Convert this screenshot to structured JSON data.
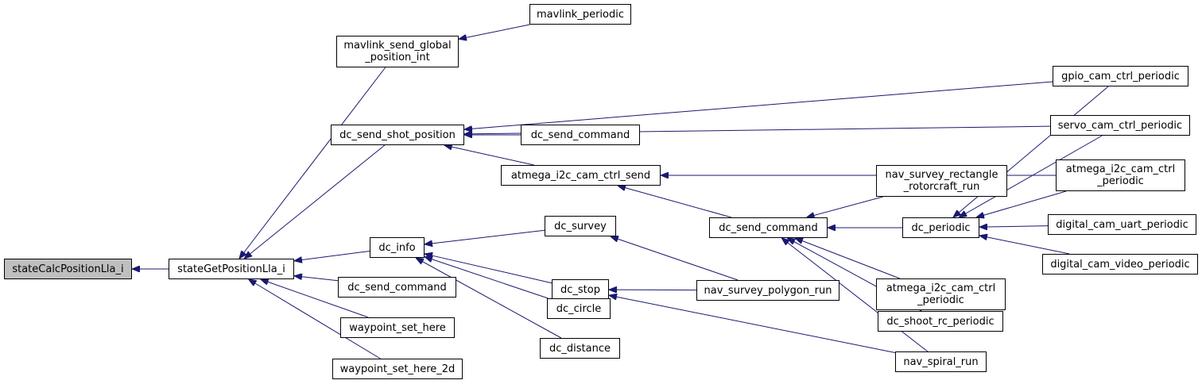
{
  "diagram": {
    "colors": {
      "edge": "#191970",
      "root_fill": "#bfbfbf",
      "node_fill": "#ffffff",
      "node_border": "#000000"
    },
    "nodes": [
      {
        "id": "stateCalcPositionLla_i",
        "label": "stateCalcPositionLla_i",
        "root": true
      },
      {
        "id": "stateGetPositionLla_i",
        "label": "stateGetPositionLla_i"
      },
      {
        "id": "mavlink_send_global_position_int",
        "label": "mavlink_send_global\n_position_int"
      },
      {
        "id": "dc_send_shot_position",
        "label": "dc_send_shot_position"
      },
      {
        "id": "dc_info",
        "label": "dc_info"
      },
      {
        "id": "dc_send_command_a",
        "label": "dc_send_command"
      },
      {
        "id": "waypoint_set_here",
        "label": "waypoint_set_here"
      },
      {
        "id": "waypoint_set_here_2d",
        "label": "waypoint_set_here_2d"
      },
      {
        "id": "mavlink_periodic",
        "label": "mavlink_periodic"
      },
      {
        "id": "dc_send_command_b",
        "label": "dc_send_command"
      },
      {
        "id": "atmega_i2c_cam_ctrl_send",
        "label": "atmega_i2c_cam_ctrl_send"
      },
      {
        "id": "dc_survey",
        "label": "dc_survey"
      },
      {
        "id": "dc_stop",
        "label": "dc_stop"
      },
      {
        "id": "dc_circle",
        "label": "dc_circle"
      },
      {
        "id": "dc_distance",
        "label": "dc_distance"
      },
      {
        "id": "dc_send_command_c",
        "label": "dc_send_command"
      },
      {
        "id": "nav_survey_polygon_run",
        "label": "nav_survey_polygon_run"
      },
      {
        "id": "nav_survey_rectangle_rotorcraft_run",
        "label": "nav_survey_rectangle\n_rotorcraft_run"
      },
      {
        "id": "dc_periodic",
        "label": "dc_periodic"
      },
      {
        "id": "atmega_i2c_cam_ctrl_periodic_a",
        "label": "atmega_i2c_cam_ctrl\n_periodic"
      },
      {
        "id": "dc_shoot_rc_periodic",
        "label": "dc_shoot_rc_periodic"
      },
      {
        "id": "nav_spiral_run",
        "label": "nav_spiral_run"
      },
      {
        "id": "gpio_cam_ctrl_periodic",
        "label": "gpio_cam_ctrl_periodic"
      },
      {
        "id": "servo_cam_ctrl_periodic",
        "label": "servo_cam_ctrl_periodic"
      },
      {
        "id": "atmega_i2c_cam_ctrl_periodic_b",
        "label": "atmega_i2c_cam_ctrl\n_periodic"
      },
      {
        "id": "digital_cam_uart_periodic",
        "label": "digital_cam_uart_periodic"
      },
      {
        "id": "digital_cam_video_periodic",
        "label": "digital_cam_video_periodic"
      }
    ],
    "edges": [
      {
        "from": "stateGetPositionLla_i",
        "to": "stateCalcPositionLla_i"
      },
      {
        "from": "mavlink_send_global_position_int",
        "to": "stateGetPositionLla_i"
      },
      {
        "from": "dc_send_shot_position",
        "to": "stateGetPositionLla_i"
      },
      {
        "from": "dc_info",
        "to": "stateGetPositionLla_i"
      },
      {
        "from": "dc_send_command_a",
        "to": "stateGetPositionLla_i"
      },
      {
        "from": "waypoint_set_here",
        "to": "stateGetPositionLla_i"
      },
      {
        "from": "waypoint_set_here_2d",
        "to": "stateGetPositionLla_i"
      },
      {
        "from": "mavlink_periodic",
        "to": "mavlink_send_global_position_int"
      },
      {
        "from": "gpio_cam_ctrl_periodic",
        "to": "dc_send_shot_position"
      },
      {
        "from": "servo_cam_ctrl_periodic",
        "to": "dc_send_shot_position"
      },
      {
        "from": "dc_send_command_b",
        "to": "dc_send_shot_position"
      },
      {
        "from": "atmega_i2c_cam_ctrl_send",
        "to": "dc_send_shot_position"
      },
      {
        "from": "atmega_i2c_cam_ctrl_periodic_b",
        "to": "atmega_i2c_cam_ctrl_send"
      },
      {
        "from": "dc_send_command_c",
        "to": "atmega_i2c_cam_ctrl_send"
      },
      {
        "from": "dc_survey",
        "to": "dc_info"
      },
      {
        "from": "dc_stop",
        "to": "dc_info"
      },
      {
        "from": "dc_circle",
        "to": "dc_info"
      },
      {
        "from": "dc_distance",
        "to": "dc_info"
      },
      {
        "from": "nav_survey_polygon_run",
        "to": "dc_survey"
      },
      {
        "from": "nav_survey_polygon_run",
        "to": "dc_stop"
      },
      {
        "from": "nav_spiral_run",
        "to": "dc_stop"
      },
      {
        "from": "nav_survey_rectangle_rotorcraft_run",
        "to": "dc_send_command_c"
      },
      {
        "from": "dc_periodic",
        "to": "dc_send_command_c"
      },
      {
        "from": "atmega_i2c_cam_ctrl_periodic_a",
        "to": "dc_send_command_c"
      },
      {
        "from": "dc_shoot_rc_periodic",
        "to": "dc_send_command_c"
      },
      {
        "from": "nav_spiral_run",
        "to": "dc_send_command_c"
      },
      {
        "from": "gpio_cam_ctrl_periodic",
        "to": "dc_periodic"
      },
      {
        "from": "servo_cam_ctrl_periodic",
        "to": "dc_periodic"
      },
      {
        "from": "atmega_i2c_cam_ctrl_periodic_b",
        "to": "dc_periodic"
      },
      {
        "from": "digital_cam_uart_periodic",
        "to": "dc_periodic"
      },
      {
        "from": "digital_cam_video_periodic",
        "to": "dc_periodic"
      }
    ]
  }
}
